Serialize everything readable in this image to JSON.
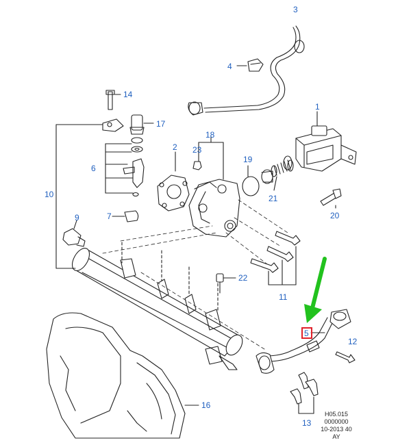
{
  "callouts": {
    "c1": "1",
    "c2": "2",
    "c3": "3",
    "c4": "4",
    "c5": "5",
    "c6": "6",
    "c7": "7",
    "c9": "9",
    "c10": "10",
    "c11": "11",
    "c12": "12",
    "c13": "13",
    "c14": "14",
    "c16": "16",
    "c17": "17",
    "c18": "18",
    "c19": "19",
    "c20": "20",
    "c21": "21",
    "c22": "22",
    "c23": "23"
  },
  "reference": {
    "line1": "H05.015",
    "line2": "0000000",
    "line3": "10-2013 40",
    "line4": "AY"
  },
  "colors": {
    "callout": "#1f5fbf",
    "arrow": "#22c21e",
    "highlight": "#e0202a",
    "line": "#222222"
  }
}
